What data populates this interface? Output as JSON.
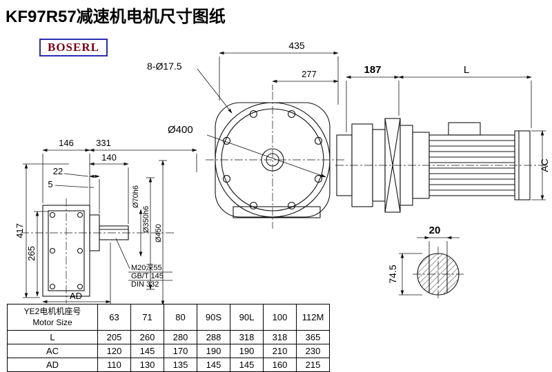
{
  "page": {
    "title": "KF97R57减速机电机尺寸图纸",
    "logo": "BOSERL"
  },
  "dims": {
    "front": {
      "width": "435",
      "to_center": "277",
      "holes": "8-Ø17.5",
      "flange_dia": "Ø400"
    },
    "motor": {
      "d187": "187",
      "L": "L",
      "AC": "AC"
    },
    "shaft": {
      "key_width": "20",
      "height": "74.5"
    },
    "side": {
      "d146": "146",
      "d331": "331",
      "d140": "140",
      "d22": "22",
      "d5": "5",
      "d417": "417",
      "d265": "265",
      "AD": "AD",
      "tap": "M20深55",
      "gb": "GB/T 145",
      "din": "DIN 332",
      "d70": "Ø70h6",
      "d350": "Ø350h6",
      "d450": "Ø450"
    }
  },
  "table": {
    "header_cn": "YE2电机机座号",
    "header_en": "Motor Size",
    "sizes": [
      "63",
      "71",
      "80",
      "90S",
      "90L",
      "100",
      "112M"
    ],
    "rows": [
      {
        "label": "L",
        "values": [
          "205",
          "260",
          "280",
          "288",
          "318",
          "318",
          "365"
        ]
      },
      {
        "label": "AC",
        "values": [
          "120",
          "145",
          "170",
          "190",
          "190",
          "210",
          "230"
        ]
      },
      {
        "label": "AD",
        "values": [
          "110",
          "130",
          "135",
          "145",
          "145",
          "160",
          "215"
        ]
      }
    ]
  }
}
